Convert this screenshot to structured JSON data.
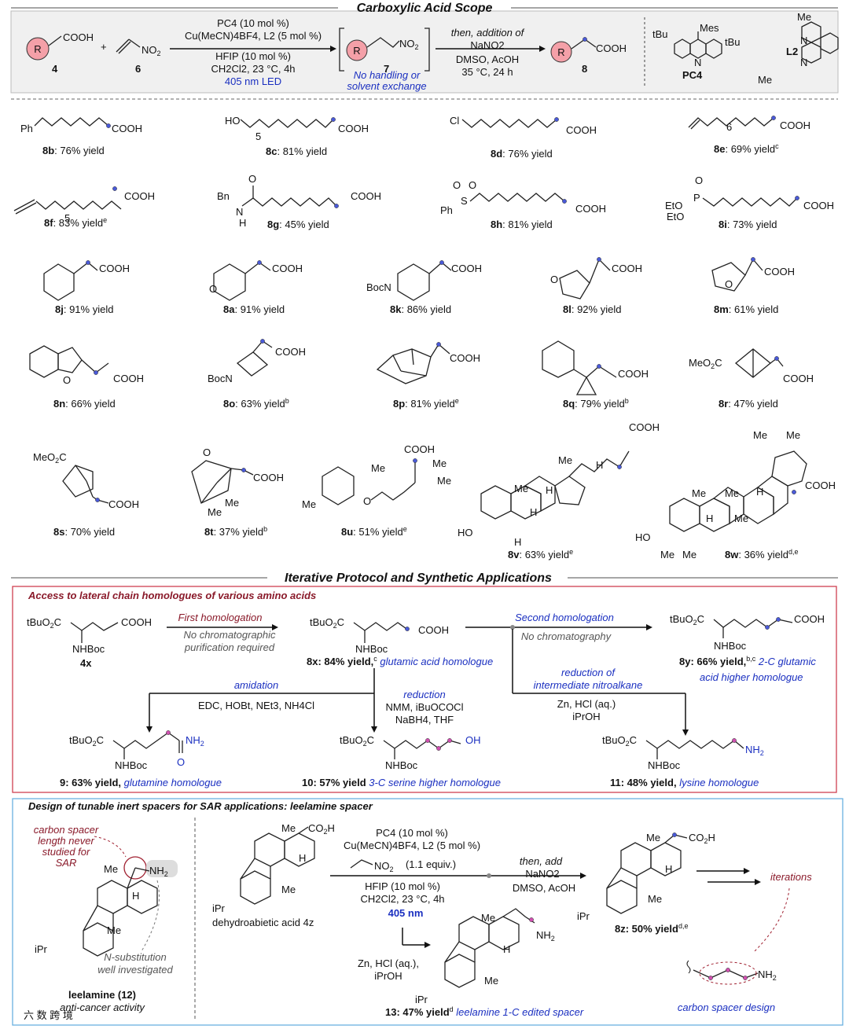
{
  "headers": {
    "scope": "Carboxylic Acid Scope",
    "iterative": "Iterative Protocol and Synthetic Applications",
    "lateral": "Access to lateral chain homologues of various amino acids",
    "spacer": "Design of tunable inert spacers for SAR applications: leelamine spacer"
  },
  "scheme": {
    "cpd4": "4",
    "cpd6": "6",
    "cpd7": "7",
    "cpd8": "8",
    "cond1": "PC4 (10 mol %)",
    "cond2": "Cu(MeCN)4BF4, L2 (5 mol %)",
    "cond3": "HFIP (10 mol %)",
    "cond4": "CH2Cl2, 23 °C, 4h",
    "cond5": "405 nm LED",
    "note": "No handling or",
    "note2": "solvent exchange",
    "then1": "then, addition of",
    "then2": "NaNO2",
    "then3": "DMSO, AcOH",
    "then4": "35 °C, 24 h",
    "pc4": "PC4",
    "l2": "L2"
  },
  "scope": [
    {
      "id": "8b",
      "yield": ": 76% yield"
    },
    {
      "id": "8c",
      "yield": ": 81% yield"
    },
    {
      "id": "8d",
      "yield": ": 76% yield"
    },
    {
      "id": "8e",
      "yield": ": 69% yield",
      "sup": "c"
    },
    {
      "id": "8f",
      "yield": ": 83% yield",
      "sup": "e"
    },
    {
      "id": "8g",
      "yield": ": 45% yield"
    },
    {
      "id": "8h",
      "yield": ": 81% yield"
    },
    {
      "id": "8i",
      "yield": ": 73% yield"
    },
    {
      "id": "8j",
      "yield": ": 91% yield"
    },
    {
      "id": "8a",
      "yield": ": 91% yield"
    },
    {
      "id": "8k",
      "yield": ": 86% yield"
    },
    {
      "id": "8l",
      "yield": ": 92% yield"
    },
    {
      "id": "8m",
      "yield": ": 61% yield"
    },
    {
      "id": "8n",
      "yield": ": 66% yield"
    },
    {
      "id": "8o",
      "yield": ": 63% yield",
      "sup": "b"
    },
    {
      "id": "8p",
      "yield": ": 81% yield",
      "sup": "e"
    },
    {
      "id": "8q",
      "yield": ": 79% yield",
      "sup": "b"
    },
    {
      "id": "8r",
      "yield": ": 47% yield"
    },
    {
      "id": "8s",
      "yield": ": 70% yield"
    },
    {
      "id": "8t",
      "yield": ": 37% yield",
      "sup": "b"
    },
    {
      "id": "8u",
      "yield": ": 51% yield",
      "sup": "e"
    },
    {
      "id": "8v",
      "yield": ": 63% yield",
      "sup": "e"
    },
    {
      "id": "8w",
      "yield": ": 36% yield",
      "sup": "d,e"
    }
  ],
  "lateral": {
    "first": "First homologation",
    "first_note1": "No chromatographic",
    "first_note2": "purification required",
    "second": "Second homologation",
    "second_note": "No chromatography",
    "cpd4x": "4x",
    "y8x": "8x: 84% yield,",
    "y8x_sup": "c",
    "y8x_desc": "glutamic acid homologue",
    "y8y": "8y: 66% yield,",
    "y8y_sup": "b,c",
    "y8y_desc1": "2-C glutamic",
    "y8y_desc2": "acid higher homologue",
    "amidation": "amidation",
    "amid_cond": "EDC, HOBt, NEt3, NH4Cl",
    "reduction": "reduction",
    "red_cond1": "NMM, iBuOCOCl",
    "red_cond2": "NaBH4, THF",
    "red2a": "reduction of",
    "red2b": "intermediate nitroalkane",
    "red2_cond1": "Zn, HCl (aq.)",
    "red2_cond2": "iPrOH",
    "y9": "9: 63% yield,",
    "y9_desc": "glutamine homologue",
    "y10": "10: 57% yield",
    "y10_desc": "3-C serine higher homologue",
    "y11": "11: 48% yield,",
    "y11_desc": "lysine homologue"
  },
  "spacer": {
    "note1": "carbon spacer",
    "note2": "length never",
    "note3": "studied for",
    "note4": "SAR",
    "nsub1": "N-substitution",
    "nsub2": "well investigated",
    "leelamine": "leelamine (12)",
    "activity": "anti-cancer activity",
    "dehydro": "dehydroabietic acid 4z",
    "c1": "PC4 (10 mol %)",
    "c2": "Cu(MeCN)4BF4, L2 (5 mol %)",
    "c3": "(1.1 equiv.)",
    "c4": "HFIP (10 mol %)",
    "c5": "CH2Cl2, 23 °C, 4h",
    "c6": "405 nm",
    "then1": "then, add",
    "then2": "NaNO2",
    "then3": "DMSO, AcOH",
    "zn1": "Zn, HCl (aq.),",
    "zn2": "iPrOH",
    "y8z": "8z: 50% yield",
    "y8z_sup": "d,e",
    "y13": "13: 47% yield",
    "y13_sup": "d",
    "y13_desc": "leelamine 1-C edited spacer",
    "iterations": "iterations",
    "design": "carbon spacer design"
  },
  "watermark": "六 数 跨 境"
}
